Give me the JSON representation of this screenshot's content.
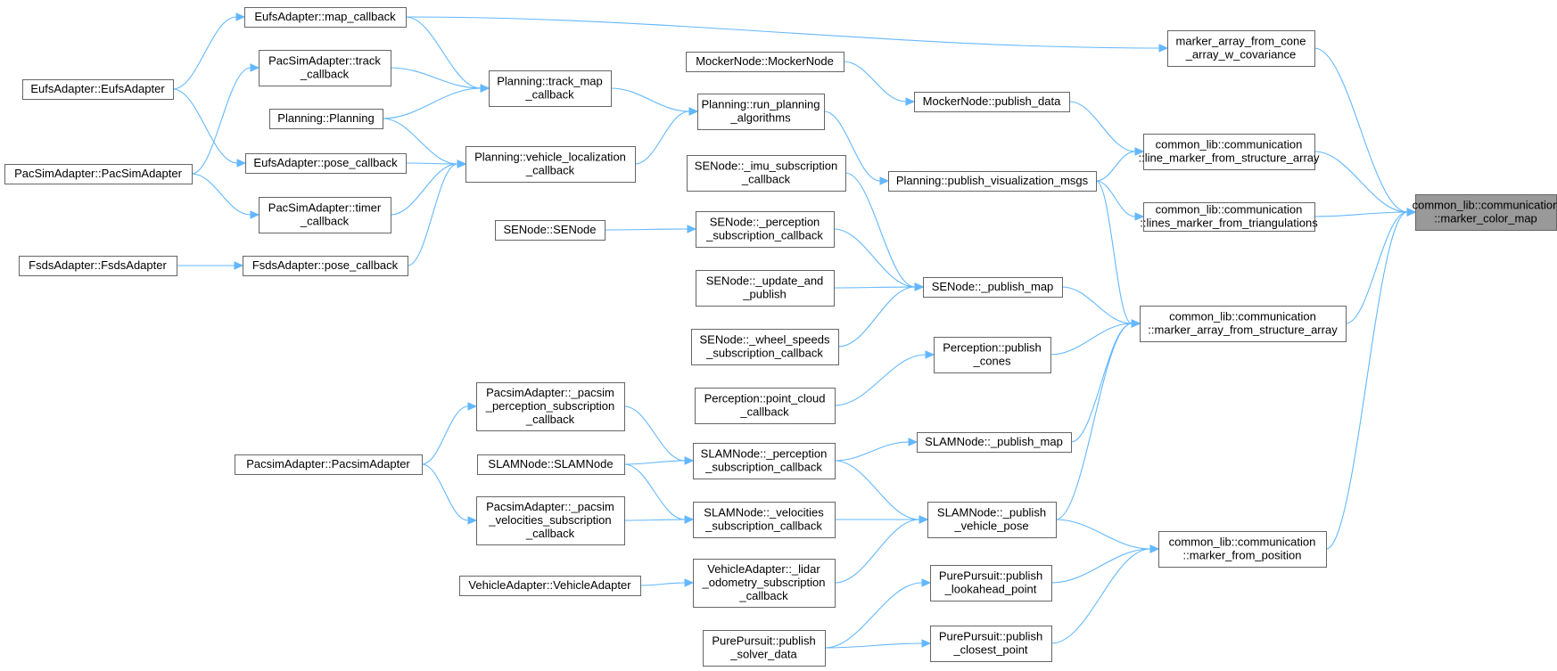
{
  "diagram": {
    "type": "call-graph",
    "colors": {
      "edge": "#63b8ff",
      "node_border": "#666666",
      "root_fill": "#999999",
      "node_fill": "#ffffff"
    },
    "nodes": [
      {
        "id": "root",
        "lines": [
          "common_lib::communication",
          "::marker_color_map"
        ],
        "root": true
      },
      {
        "id": "mafcawc",
        "lines": [
          "marker_array_from_cone",
          "_array_w_covariance"
        ]
      },
      {
        "id": "lmfsa",
        "lines": [
          "common_lib::communication",
          "::line_marker_from_structure_array"
        ]
      },
      {
        "id": "lsmft",
        "lines": [
          "common_lib::communication",
          "::lines_marker_from_triangulations"
        ]
      },
      {
        "id": "mafsa",
        "lines": [
          "common_lib::communication",
          "::marker_array_from_structure_array"
        ]
      },
      {
        "id": "mfp",
        "lines": [
          "common_lib::communication",
          "::marker_from_position"
        ]
      },
      {
        "id": "eufs_map",
        "lines": [
          "EufsAdapter::map_callback"
        ]
      },
      {
        "id": "mock_pub",
        "lines": [
          "MockerNode::publish_data"
        ]
      },
      {
        "id": "mock_node",
        "lines": [
          "MockerNode::MockerNode"
        ]
      },
      {
        "id": "plan_vis",
        "lines": [
          "Planning::publish_visualization_msgs"
        ]
      },
      {
        "id": "plan_run",
        "lines": [
          "Planning::run_planning",
          "_algorithms"
        ]
      },
      {
        "id": "plan_track",
        "lines": [
          "Planning::track_map",
          "_callback"
        ]
      },
      {
        "id": "plan_loc",
        "lines": [
          "Planning::vehicle_localization",
          "_callback"
        ]
      },
      {
        "id": "eufs_ad",
        "lines": [
          "EufsAdapter::EufsAdapter"
        ]
      },
      {
        "id": "pacsim_track",
        "lines": [
          "PacSimAdapter::track",
          "_callback"
        ]
      },
      {
        "id": "plan_plan",
        "lines": [
          "Planning::Planning"
        ]
      },
      {
        "id": "eufs_pose",
        "lines": [
          "EufsAdapter::pose_callback"
        ]
      },
      {
        "id": "pacsim_ad",
        "lines": [
          "PacSimAdapter::PacSimAdapter"
        ]
      },
      {
        "id": "pacsim_timer",
        "lines": [
          "PacSimAdapter::timer",
          "_callback"
        ]
      },
      {
        "id": "fsds_pose",
        "lines": [
          "FsdsAdapter::pose_callback"
        ]
      },
      {
        "id": "fsds_ad",
        "lines": [
          "FsdsAdapter::FsdsAdapter"
        ]
      },
      {
        "id": "se_pubmap",
        "lines": [
          "SENode::_publish_map"
        ]
      },
      {
        "id": "se_imu",
        "lines": [
          "SENode::_imu_subscription",
          "_callback"
        ]
      },
      {
        "id": "se_perc",
        "lines": [
          "SENode::_perception",
          "_subscription_callback"
        ]
      },
      {
        "id": "se_node",
        "lines": [
          "SENode::SENode"
        ]
      },
      {
        "id": "se_upd",
        "lines": [
          "SENode::_update_and",
          "_publish"
        ]
      },
      {
        "id": "se_wheel",
        "lines": [
          "SENode::_wheel_speeds",
          "_subscription_callback"
        ]
      },
      {
        "id": "perc_pub",
        "lines": [
          "Perception::publish",
          "_cones"
        ]
      },
      {
        "id": "perc_pc",
        "lines": [
          "Perception::point_cloud",
          "_callback"
        ]
      },
      {
        "id": "slam_pubmap",
        "lines": [
          "SLAMNode::_publish_map"
        ]
      },
      {
        "id": "slam_perc",
        "lines": [
          "SLAMNode::_perception",
          "_subscription_callback"
        ]
      },
      {
        "id": "pacsim2_perc",
        "lines": [
          "PacsimAdapter::_pacsim",
          "_perception_subscription",
          "_callback"
        ]
      },
      {
        "id": "pacsim2_ad",
        "lines": [
          "PacsimAdapter::PacsimAdapter"
        ]
      },
      {
        "id": "slam_node",
        "lines": [
          "SLAMNode::SLAMNode"
        ]
      },
      {
        "id": "slam_pubveh",
        "lines": [
          "SLAMNode::_publish",
          "_vehicle_pose"
        ]
      },
      {
        "id": "slam_vel",
        "lines": [
          "SLAMNode::_velocities",
          "_subscription_callback"
        ]
      },
      {
        "id": "pacsim2_vel",
        "lines": [
          "PacsimAdapter::_pacsim",
          "_velocities_subscription",
          "_callback"
        ]
      },
      {
        "id": "veh_lidar",
        "lines": [
          "VehicleAdapter::_lidar",
          "_odometry_subscription",
          "_callback"
        ]
      },
      {
        "id": "veh_ad",
        "lines": [
          "VehicleAdapter::VehicleAdapter"
        ]
      },
      {
        "id": "pp_look",
        "lines": [
          "PurePursuit::publish",
          "_lookahead_point"
        ]
      },
      {
        "id": "pp_close",
        "lines": [
          "PurePursuit::publish",
          "_closest_point"
        ]
      },
      {
        "id": "pp_solver",
        "lines": [
          "PurePursuit::publish",
          "_solver_data"
        ]
      }
    ],
    "edges": [
      [
        "mafcawc",
        "root"
      ],
      [
        "lmfsa",
        "root"
      ],
      [
        "lsmft",
        "root"
      ],
      [
        "mafsa",
        "root"
      ],
      [
        "mfp",
        "root"
      ],
      [
        "eufs_map",
        "mafcawc"
      ],
      [
        "mock_pub",
        "lmfsa"
      ],
      [
        "plan_vis",
        "lmfsa"
      ],
      [
        "plan_vis",
        "lsmft"
      ],
      [
        "plan_vis",
        "mafsa"
      ],
      [
        "se_pubmap",
        "mafsa"
      ],
      [
        "perc_pub",
        "mafsa"
      ],
      [
        "slam_pubmap",
        "mafsa"
      ],
      [
        "slam_pubveh",
        "mafsa"
      ],
      [
        "slam_pubveh",
        "mfp"
      ],
      [
        "pp_look",
        "mfp"
      ],
      [
        "pp_close",
        "mfp"
      ],
      [
        "mock_node",
        "mock_pub"
      ],
      [
        "plan_run",
        "plan_vis"
      ],
      [
        "plan_track",
        "plan_run"
      ],
      [
        "plan_loc",
        "plan_run"
      ],
      [
        "eufs_map",
        "plan_track"
      ],
      [
        "pacsim_track",
        "plan_track"
      ],
      [
        "plan_plan",
        "plan_track"
      ],
      [
        "plan_plan",
        "plan_loc"
      ],
      [
        "eufs_pose",
        "plan_loc"
      ],
      [
        "pacsim_timer",
        "plan_loc"
      ],
      [
        "fsds_pose",
        "plan_loc"
      ],
      [
        "eufs_ad",
        "eufs_map"
      ],
      [
        "eufs_ad",
        "eufs_pose"
      ],
      [
        "pacsim_ad",
        "pacsim_track"
      ],
      [
        "pacsim_ad",
        "pacsim_timer"
      ],
      [
        "fsds_ad",
        "fsds_pose"
      ],
      [
        "se_imu",
        "se_pubmap"
      ],
      [
        "se_perc",
        "se_pubmap"
      ],
      [
        "se_upd",
        "se_pubmap"
      ],
      [
        "se_wheel",
        "se_pubmap"
      ],
      [
        "se_node",
        "se_perc"
      ],
      [
        "perc_pc",
        "perc_pub"
      ],
      [
        "slam_perc",
        "slam_pubmap"
      ],
      [
        "slam_perc",
        "slam_pubveh"
      ],
      [
        "slam_vel",
        "slam_pubveh"
      ],
      [
        "veh_lidar",
        "slam_pubveh"
      ],
      [
        "pacsim2_perc",
        "slam_perc"
      ],
      [
        "slam_node",
        "slam_perc"
      ],
      [
        "slam_node",
        "slam_vel"
      ],
      [
        "pacsim2_vel",
        "slam_vel"
      ],
      [
        "pacsim2_ad",
        "pacsim2_perc"
      ],
      [
        "pacsim2_ad",
        "pacsim2_vel"
      ],
      [
        "veh_ad",
        "veh_lidar"
      ],
      [
        "pp_solver",
        "pp_look"
      ],
      [
        "pp_solver",
        "pp_close"
      ]
    ]
  }
}
